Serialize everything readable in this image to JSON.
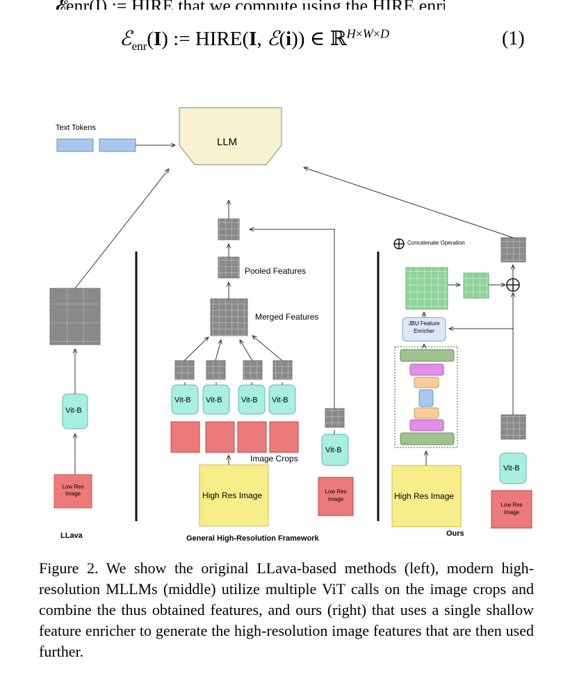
{
  "header": {
    "partial_line": "𝓔enr(I) := HIRE that we compute using the HIRE enricher as",
    "equation": "ℰenr(I) := HIRE(I, ℰ(i)) ∈ ℝH×W×D",
    "equation_number": "(1)"
  },
  "figure": {
    "llm_label": "LLM",
    "text_tokens_label": "Text Tokens",
    "llava": {
      "vit_label": "Vit-B",
      "low_res_label_line1": "Low Res",
      "low_res_label_line2": "Image",
      "caption": "LLava"
    },
    "general": {
      "pooled_label": "Pooled Features",
      "merged_label": "Merged Features",
      "vit_labels": [
        "Vit-B",
        "Vit-B",
        "Vit-B",
        "Vit-B"
      ],
      "crops_label": "Image Crops",
      "high_res_label": "High Res Image",
      "side_vit_label": "Vit-B",
      "side_low_res_line1": "Low Res",
      "side_low_res_line2": "Image",
      "caption": "General High-Resolution Framework"
    },
    "ours": {
      "concat_symbol": "⊕",
      "concat_label": "Concatenate Operation",
      "jbu_line1": "JBU Feature",
      "jbu_line2": "Enricher",
      "high_res_label": "High Res Image",
      "vit_label": "Vit-B",
      "low_res_line1": "Low Res",
      "low_res_line2": "Image",
      "plus_symbol": "⊕",
      "caption": "Ours"
    },
    "colors": {
      "llm_fill": "#f6f2d2",
      "token_fill": "#a9c8ee",
      "feature_gray": "#8a8a8a",
      "vit_fill": "#a7efe0",
      "low_res_fill": "#ec7a7a",
      "high_res_fill": "#f7ee8a",
      "green_feature": "#8fd39a",
      "jbu_fill": "#dbe7f7"
    }
  },
  "caption": {
    "text": "Figure 2. We show the original LLava-based methods (left), modern high-resolution MLLMs (middle) utilize multiple ViT calls on the image crops and combine the thus obtained features, and ours (right) that uses a single shallow feature enricher to generate the high-resolution image features that are then used further."
  }
}
